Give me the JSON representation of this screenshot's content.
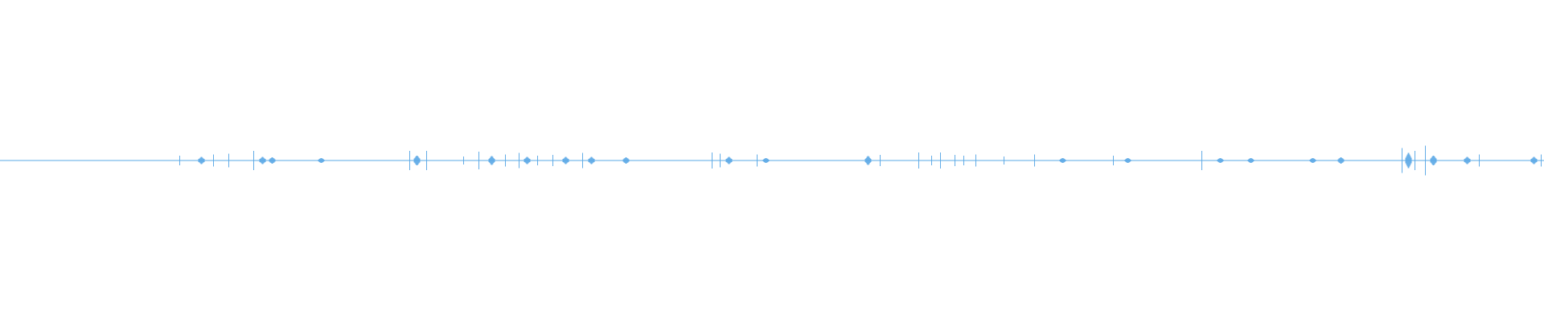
{
  "waveform": {
    "accent_color": "#5aa8e6",
    "background_color": "#ffffff",
    "amplitude_scale": 1.0,
    "baseline": 0.0,
    "events": [
      {
        "t": 0.116,
        "amp": 0.035,
        "kind": "spike"
      },
      {
        "t": 0.13,
        "amp": 0.03,
        "kind": "burst"
      },
      {
        "t": 0.138,
        "amp": 0.045,
        "kind": "spike"
      },
      {
        "t": 0.148,
        "amp": 0.05,
        "kind": "spike"
      },
      {
        "t": 0.164,
        "amp": 0.07,
        "kind": "spike"
      },
      {
        "t": 0.17,
        "amp": 0.03,
        "kind": "burst"
      },
      {
        "t": 0.176,
        "amp": 0.025,
        "kind": "burst"
      },
      {
        "t": 0.208,
        "amp": 0.02,
        "kind": "burst"
      },
      {
        "t": 0.265,
        "amp": 0.07,
        "kind": "spike"
      },
      {
        "t": 0.27,
        "amp": 0.04,
        "kind": "burst"
      },
      {
        "t": 0.276,
        "amp": 0.07,
        "kind": "spike"
      },
      {
        "t": 0.3,
        "amp": 0.03,
        "kind": "spike"
      },
      {
        "t": 0.31,
        "amp": 0.065,
        "kind": "spike"
      },
      {
        "t": 0.318,
        "amp": 0.035,
        "kind": "burst"
      },
      {
        "t": 0.327,
        "amp": 0.045,
        "kind": "spike"
      },
      {
        "t": 0.336,
        "amp": 0.055,
        "kind": "spike"
      },
      {
        "t": 0.341,
        "amp": 0.03,
        "kind": "burst"
      },
      {
        "t": 0.348,
        "amp": 0.035,
        "kind": "spike"
      },
      {
        "t": 0.358,
        "amp": 0.04,
        "kind": "spike"
      },
      {
        "t": 0.366,
        "amp": 0.03,
        "kind": "burst"
      },
      {
        "t": 0.377,
        "amp": 0.055,
        "kind": "spike"
      },
      {
        "t": 0.383,
        "amp": 0.03,
        "kind": "burst"
      },
      {
        "t": 0.405,
        "amp": 0.025,
        "kind": "burst"
      },
      {
        "t": 0.461,
        "amp": 0.06,
        "kind": "spike"
      },
      {
        "t": 0.466,
        "amp": 0.05,
        "kind": "spike"
      },
      {
        "t": 0.472,
        "amp": 0.03,
        "kind": "burst"
      },
      {
        "t": 0.49,
        "amp": 0.045,
        "kind": "spike"
      },
      {
        "t": 0.496,
        "amp": 0.02,
        "kind": "burst"
      },
      {
        "t": 0.562,
        "amp": 0.035,
        "kind": "burst"
      },
      {
        "t": 0.57,
        "amp": 0.04,
        "kind": "spike"
      },
      {
        "t": 0.595,
        "amp": 0.06,
        "kind": "spike"
      },
      {
        "t": 0.603,
        "amp": 0.035,
        "kind": "spike"
      },
      {
        "t": 0.609,
        "amp": 0.06,
        "kind": "spike"
      },
      {
        "t": 0.618,
        "amp": 0.04,
        "kind": "spike"
      },
      {
        "t": 0.624,
        "amp": 0.035,
        "kind": "spike"
      },
      {
        "t": 0.632,
        "amp": 0.045,
        "kind": "spike"
      },
      {
        "t": 0.65,
        "amp": 0.03,
        "kind": "spike"
      },
      {
        "t": 0.67,
        "amp": 0.045,
        "kind": "spike"
      },
      {
        "t": 0.688,
        "amp": 0.02,
        "kind": "burst"
      },
      {
        "t": 0.721,
        "amp": 0.035,
        "kind": "spike"
      },
      {
        "t": 0.73,
        "amp": 0.02,
        "kind": "burst"
      },
      {
        "t": 0.778,
        "amp": 0.07,
        "kind": "spike"
      },
      {
        "t": 0.79,
        "amp": 0.02,
        "kind": "burst"
      },
      {
        "t": 0.81,
        "amp": 0.02,
        "kind": "burst"
      },
      {
        "t": 0.85,
        "amp": 0.02,
        "kind": "burst"
      },
      {
        "t": 0.868,
        "amp": 0.025,
        "kind": "burst"
      },
      {
        "t": 0.908,
        "amp": 0.09,
        "kind": "spike"
      },
      {
        "t": 0.912,
        "amp": 0.06,
        "kind": "burst"
      },
      {
        "t": 0.916,
        "amp": 0.07,
        "kind": "spike"
      },
      {
        "t": 0.923,
        "amp": 0.11,
        "kind": "spike"
      },
      {
        "t": 0.928,
        "amp": 0.04,
        "kind": "burst"
      },
      {
        "t": 0.95,
        "amp": 0.03,
        "kind": "burst"
      },
      {
        "t": 0.958,
        "amp": 0.045,
        "kind": "spike"
      },
      {
        "t": 0.993,
        "amp": 0.03,
        "kind": "burst"
      },
      {
        "t": 0.998,
        "amp": 0.045,
        "kind": "spike"
      }
    ]
  }
}
